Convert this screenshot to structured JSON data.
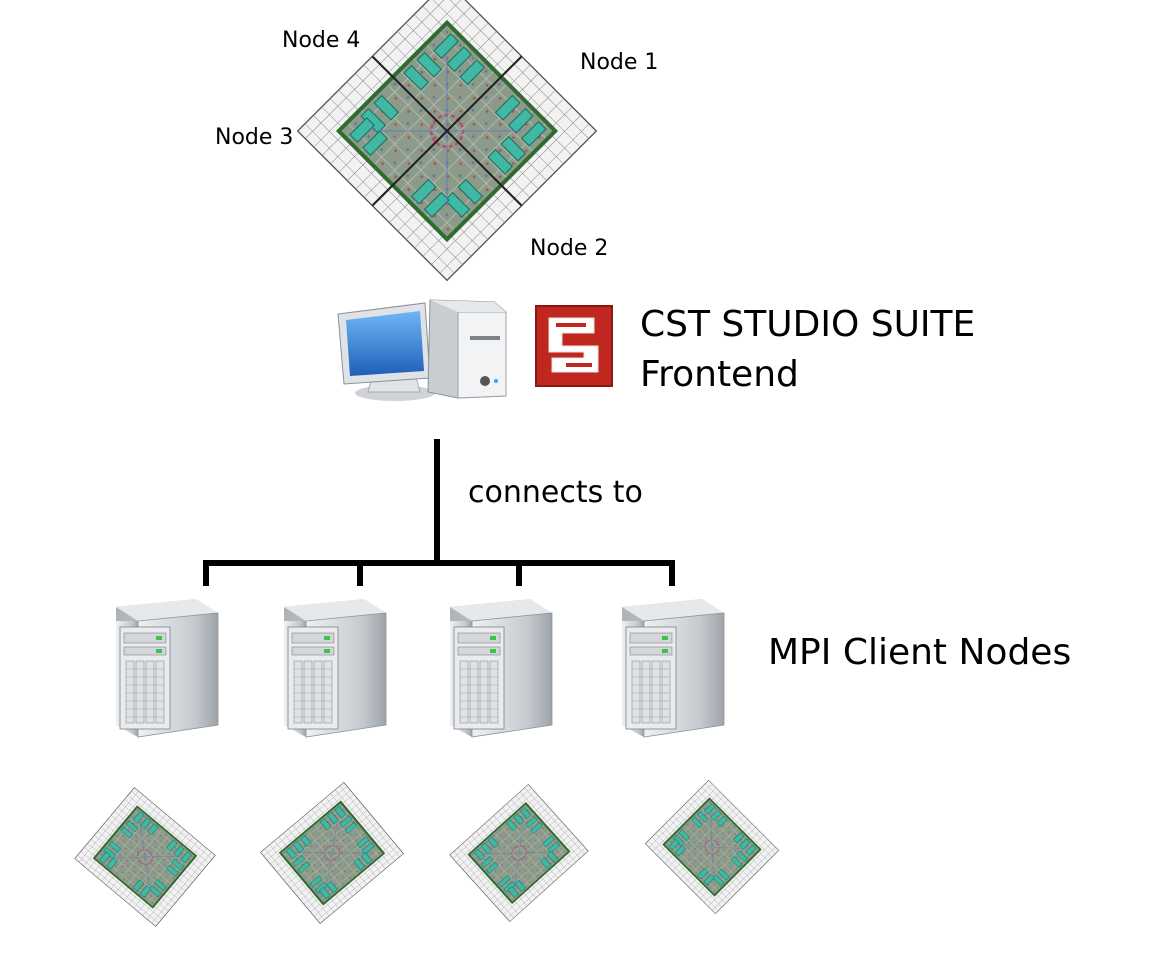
{
  "labels": {
    "node4": "Node 4",
    "node1": "Node 1",
    "node3": "Node 3",
    "node2": "Node 2",
    "frontend_line1": "CST STUDIO SUITE",
    "frontend_line2": "Frontend",
    "connection": "connects to",
    "clients": "MPI Client Nodes"
  },
  "icons": {
    "workstation": "desktop-computer-icon",
    "logo": "cst-logo-icon",
    "server": "server-tower-icon",
    "board": "circuit-board-mesh-icon"
  },
  "colors": {
    "board_teal": "#2fa38e",
    "board_green": "#3d8f3c",
    "logo_red": "#c0281f",
    "line": "#000000",
    "server_gray": "#c9ccd0"
  }
}
